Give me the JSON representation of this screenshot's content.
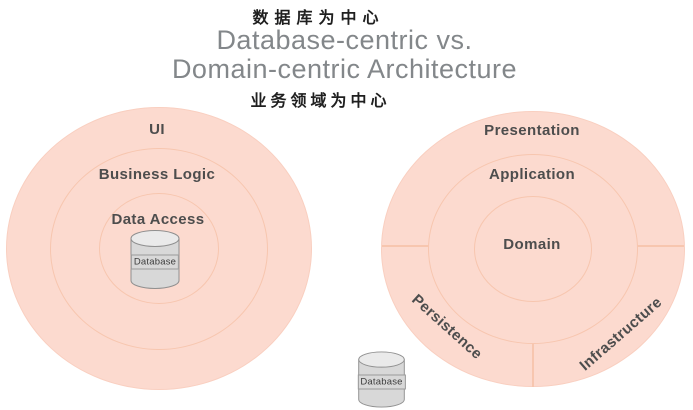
{
  "header": {
    "zh_top": "数据库为中心",
    "title_line1": "Database-centric vs.",
    "title_line2": "Domain-centric Architecture",
    "zh_bottom": "业务领域为中心"
  },
  "left_diagram": {
    "layers": [
      "UI",
      "Business Logic",
      "Data Access"
    ],
    "database_label": "Database"
  },
  "right_diagram": {
    "layers": [
      "Presentation",
      "Application",
      "Domain"
    ],
    "sectors": [
      "Persistence",
      "Infrastructure"
    ],
    "database_label": "Database"
  },
  "colors": {
    "circle_fill": "#fcdacf",
    "ring_line": "#f7c6af",
    "title_gray": "#83878a",
    "label_dark": "#4d4d4d",
    "zh_text": "#1f1f1f",
    "cylinder_body": "#d8d8d8",
    "cylinder_top": "#eaeaea",
    "cylinder_stroke": "#8f8f8f"
  }
}
